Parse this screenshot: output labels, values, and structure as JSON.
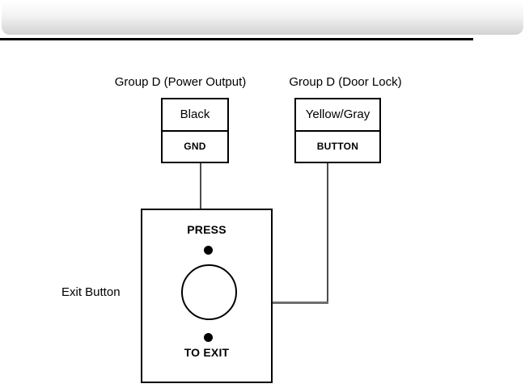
{
  "header": {
    "divider_color": "#000000"
  },
  "diagram": {
    "title_area": {
      "banner_present": true
    },
    "groups": [
      {
        "label": "Group D (Power Output)",
        "wire_name": "Black",
        "terminal": "GND"
      },
      {
        "label": "Group D (Door Lock)",
        "wire_name": "Yellow/Gray",
        "terminal": "BUTTON"
      }
    ],
    "exit_button": {
      "label": "Exit Button",
      "top_text": "PRESS",
      "bottom_text": "TO EXIT"
    },
    "colors": {
      "wire": "#4d4d4d",
      "border": "#000000",
      "background": "#ffffff"
    }
  }
}
